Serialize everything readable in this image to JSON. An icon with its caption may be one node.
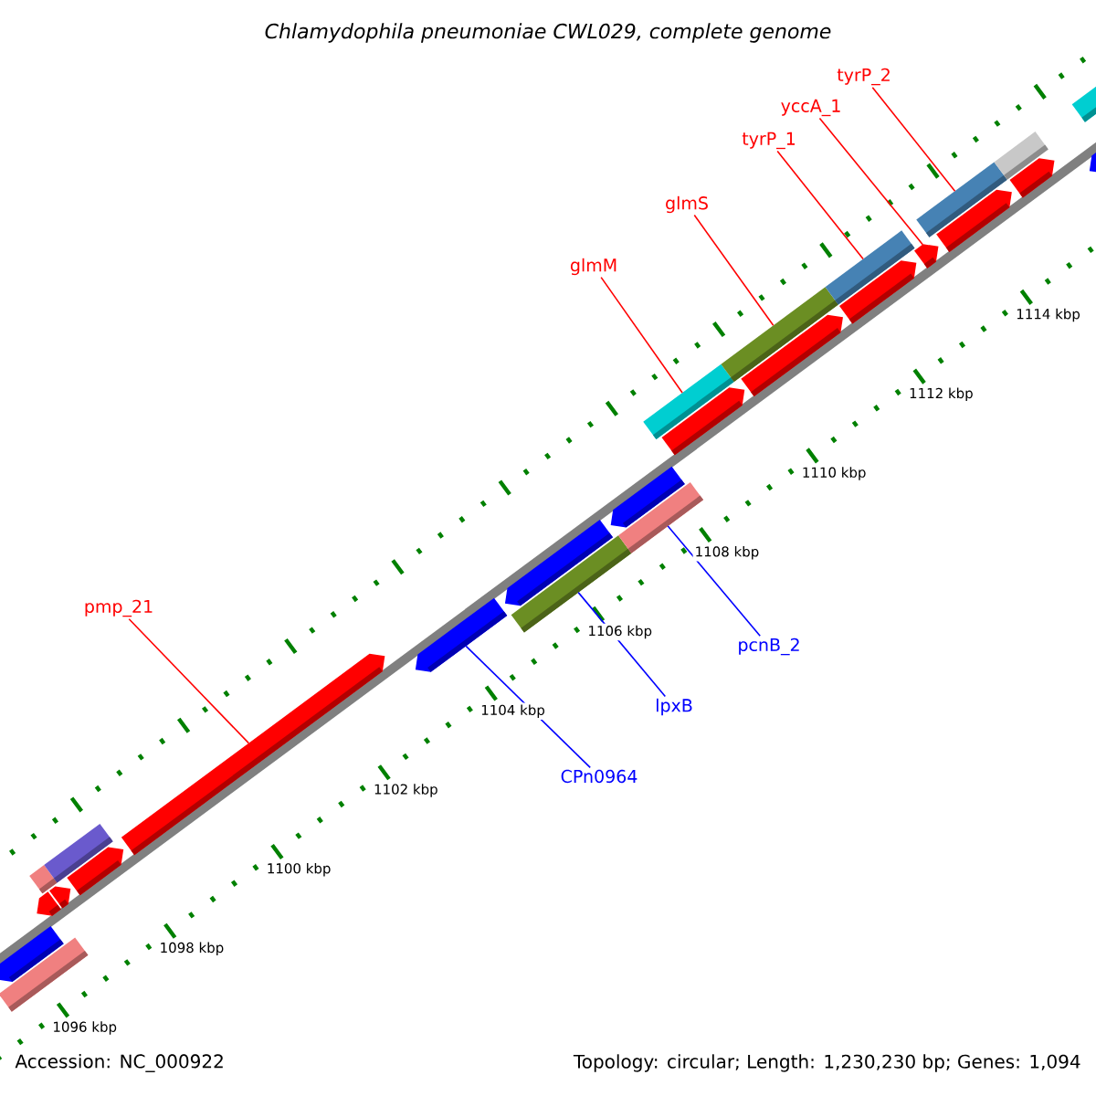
{
  "diagram": {
    "title": "Chlamydophila pneumoniae CWL029, complete genome",
    "nodes": [
      {
        "text": [
          "tyrP_2"
        ]
      },
      {
        "text": [
          "yccA_1"
        ]
      },
      {
        "text": [
          "tyrP_1"
        ]
      },
      {
        "text": [
          "glmS"
        ]
      },
      {
        "text": [
          "glmM"
        ]
      },
      {
        "text": [
          "pmp_21"
        ]
      },
      {
        "text": [
          "pcnB_2"
        ]
      },
      {
        "text": [
          "lpxB"
        ]
      },
      {
        "text": [
          "CPn0964"
        ]
      },
      {
        "text": [],
        "shape": "box"
      },
      {
        "text": [],
        "shape": "pentagon"
      },
      {
        "text": [],
        "shape": "pentagon"
      },
      {
        "text": [],
        "shape": "pentagon"
      },
      {
        "text": [],
        "shape": "box"
      },
      {
        "text": [],
        "shape": "box"
      },
      {
        "text": [],
        "shape": "pentagon"
      },
      {
        "text": [],
        "shape": "pentagon"
      },
      {
        "text": [],
        "shape": "pentagon"
      },
      {
        "text": [],
        "shape": "pentagon"
      },
      {
        "text": [],
        "shape": "box"
      },
      {
        "text": [],
        "shape": "pentagon"
      },
      {
        "text": [],
        "shape": "box"
      },
      {
        "text": [],
        "shape": "box"
      },
      {
        "text": [],
        "shape": "pentagon"
      },
      {
        "text": [],
        "shape": "box"
      },
      {
        "text": [],
        "shape": "pentagon"
      },
      {
        "text": [],
        "shape": "box"
      },
      {
        "text": [],
        "shape": "pentagon"
      },
      {
        "text": [],
        "shape": "pentagon"
      },
      {
        "text": [],
        "shape": "box"
      },
      {
        "text": [],
        "shape": "pentagon"
      },
      {
        "text": [],
        "shape": "box"
      },
      {
        "text": [],
        "shape": "pentagon"
      },
      {
        "text": [],
        "shape": "box"
      },
      {
        "text": [],
        "shape": "pentagon"
      }
    ],
    "edges": [
      {
        "from": 0,
        "to": 29,
        "arrow": "none"
      },
      {
        "from": 1,
        "to": 28,
        "arrow": "none"
      },
      {
        "from": 2,
        "to": 26,
        "arrow": "none"
      },
      {
        "from": 3,
        "to": 24,
        "arrow": "none"
      },
      {
        "from": 4,
        "to": 22,
        "arrow": "none"
      },
      {
        "from": 5,
        "to": 16,
        "arrow": "none"
      },
      {
        "from": 6,
        "to": 21,
        "arrow": "none",
        "color": "#0000ff"
      },
      {
        "from": 7,
        "to": 19,
        "arrow": "none",
        "color": "#0000ff"
      },
      {
        "from": 8,
        "to": 17,
        "arrow": "none",
        "color": "#0000ff"
      }
    ],
    "labels": [
      "1114 kbp",
      "1112 kbp",
      "1110 kbp",
      "1108 kbp",
      "1106 kbp",
      "1104 kbp",
      "1102 kbp",
      "1100 kbp",
      "1098 kbp",
      "1096 kbp",
      "Accession: NC_000922",
      "Topology: circular; Length: 1,230,230 bp; Genes: 1,094"
    ]
  }
}
